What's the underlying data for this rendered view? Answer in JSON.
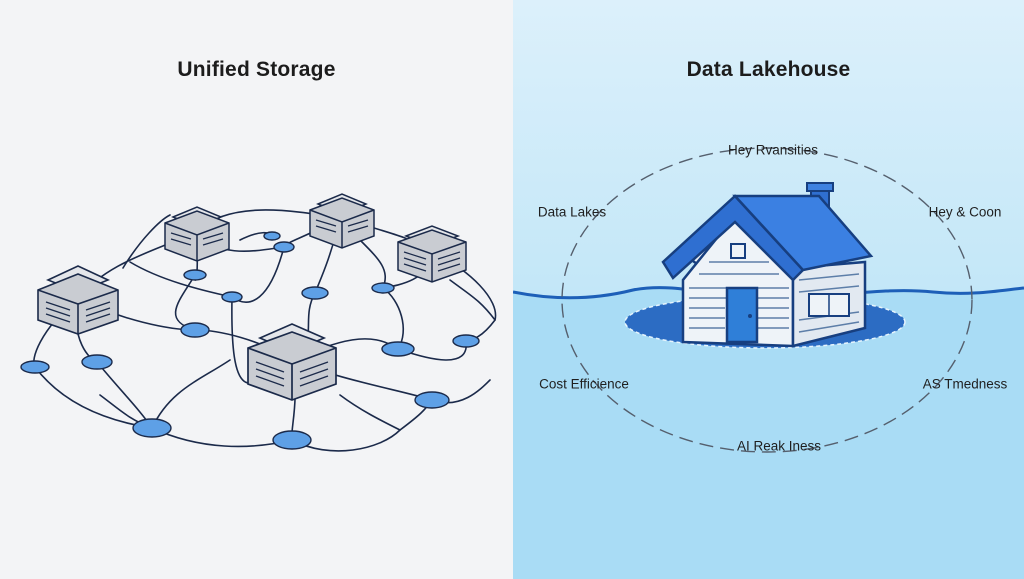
{
  "left": {
    "title": "Unified Storage",
    "colors": {
      "background": "#f3f4f6",
      "line": "#1b2a4a",
      "node": "#5ea0e6",
      "server": "#c9ccd2"
    }
  },
  "right": {
    "title": "Data Lakehouse",
    "labels": {
      "top": "Hey Rvansities",
      "top_left": "Data Lakes",
      "top_right": "Hey & Coon",
      "bottom_left": "Cost Efficience",
      "bottom_right": "AS Tmedness",
      "bottom": "AI Reak Iness"
    },
    "colors": {
      "water": "#a6daf4",
      "roof": "#2f6fd1",
      "door": "#2f7fd8",
      "house_wall": "#eef3f8"
    }
  },
  "icons": [
    "server-stack-icon",
    "data-node-icon",
    "house-icon"
  ]
}
